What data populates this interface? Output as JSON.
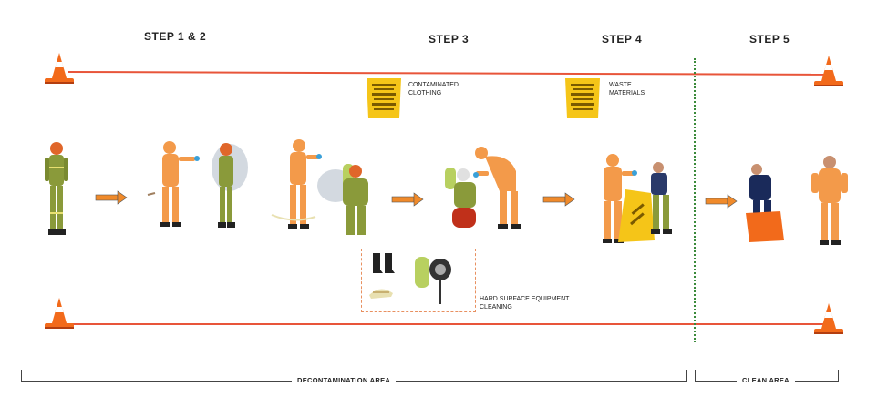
{
  "steps": {
    "s1": "STEP 1 & 2",
    "s3": "STEP 3",
    "s4": "STEP 4",
    "s5": "STEP 5"
  },
  "labels": {
    "contaminated": [
      "CONTAMINATED",
      "CLOTHING"
    ],
    "waste": [
      "WASTE",
      "MATERIALS"
    ],
    "hard_surface": [
      "HARD SURFACE EQUIPMENT",
      "CLEANING"
    ]
  },
  "areas": {
    "decon": "DECONTAMINATION AREA",
    "clean": "CLEAN AREA"
  },
  "colors": {
    "line": "#e8553a",
    "cone": "#f26a1b",
    "suit": "#f39a4a",
    "turnout": "#8a9a3a",
    "bag": "#f5c518",
    "arrow": "#f08a2a",
    "divider": "#3a8a3a"
  }
}
